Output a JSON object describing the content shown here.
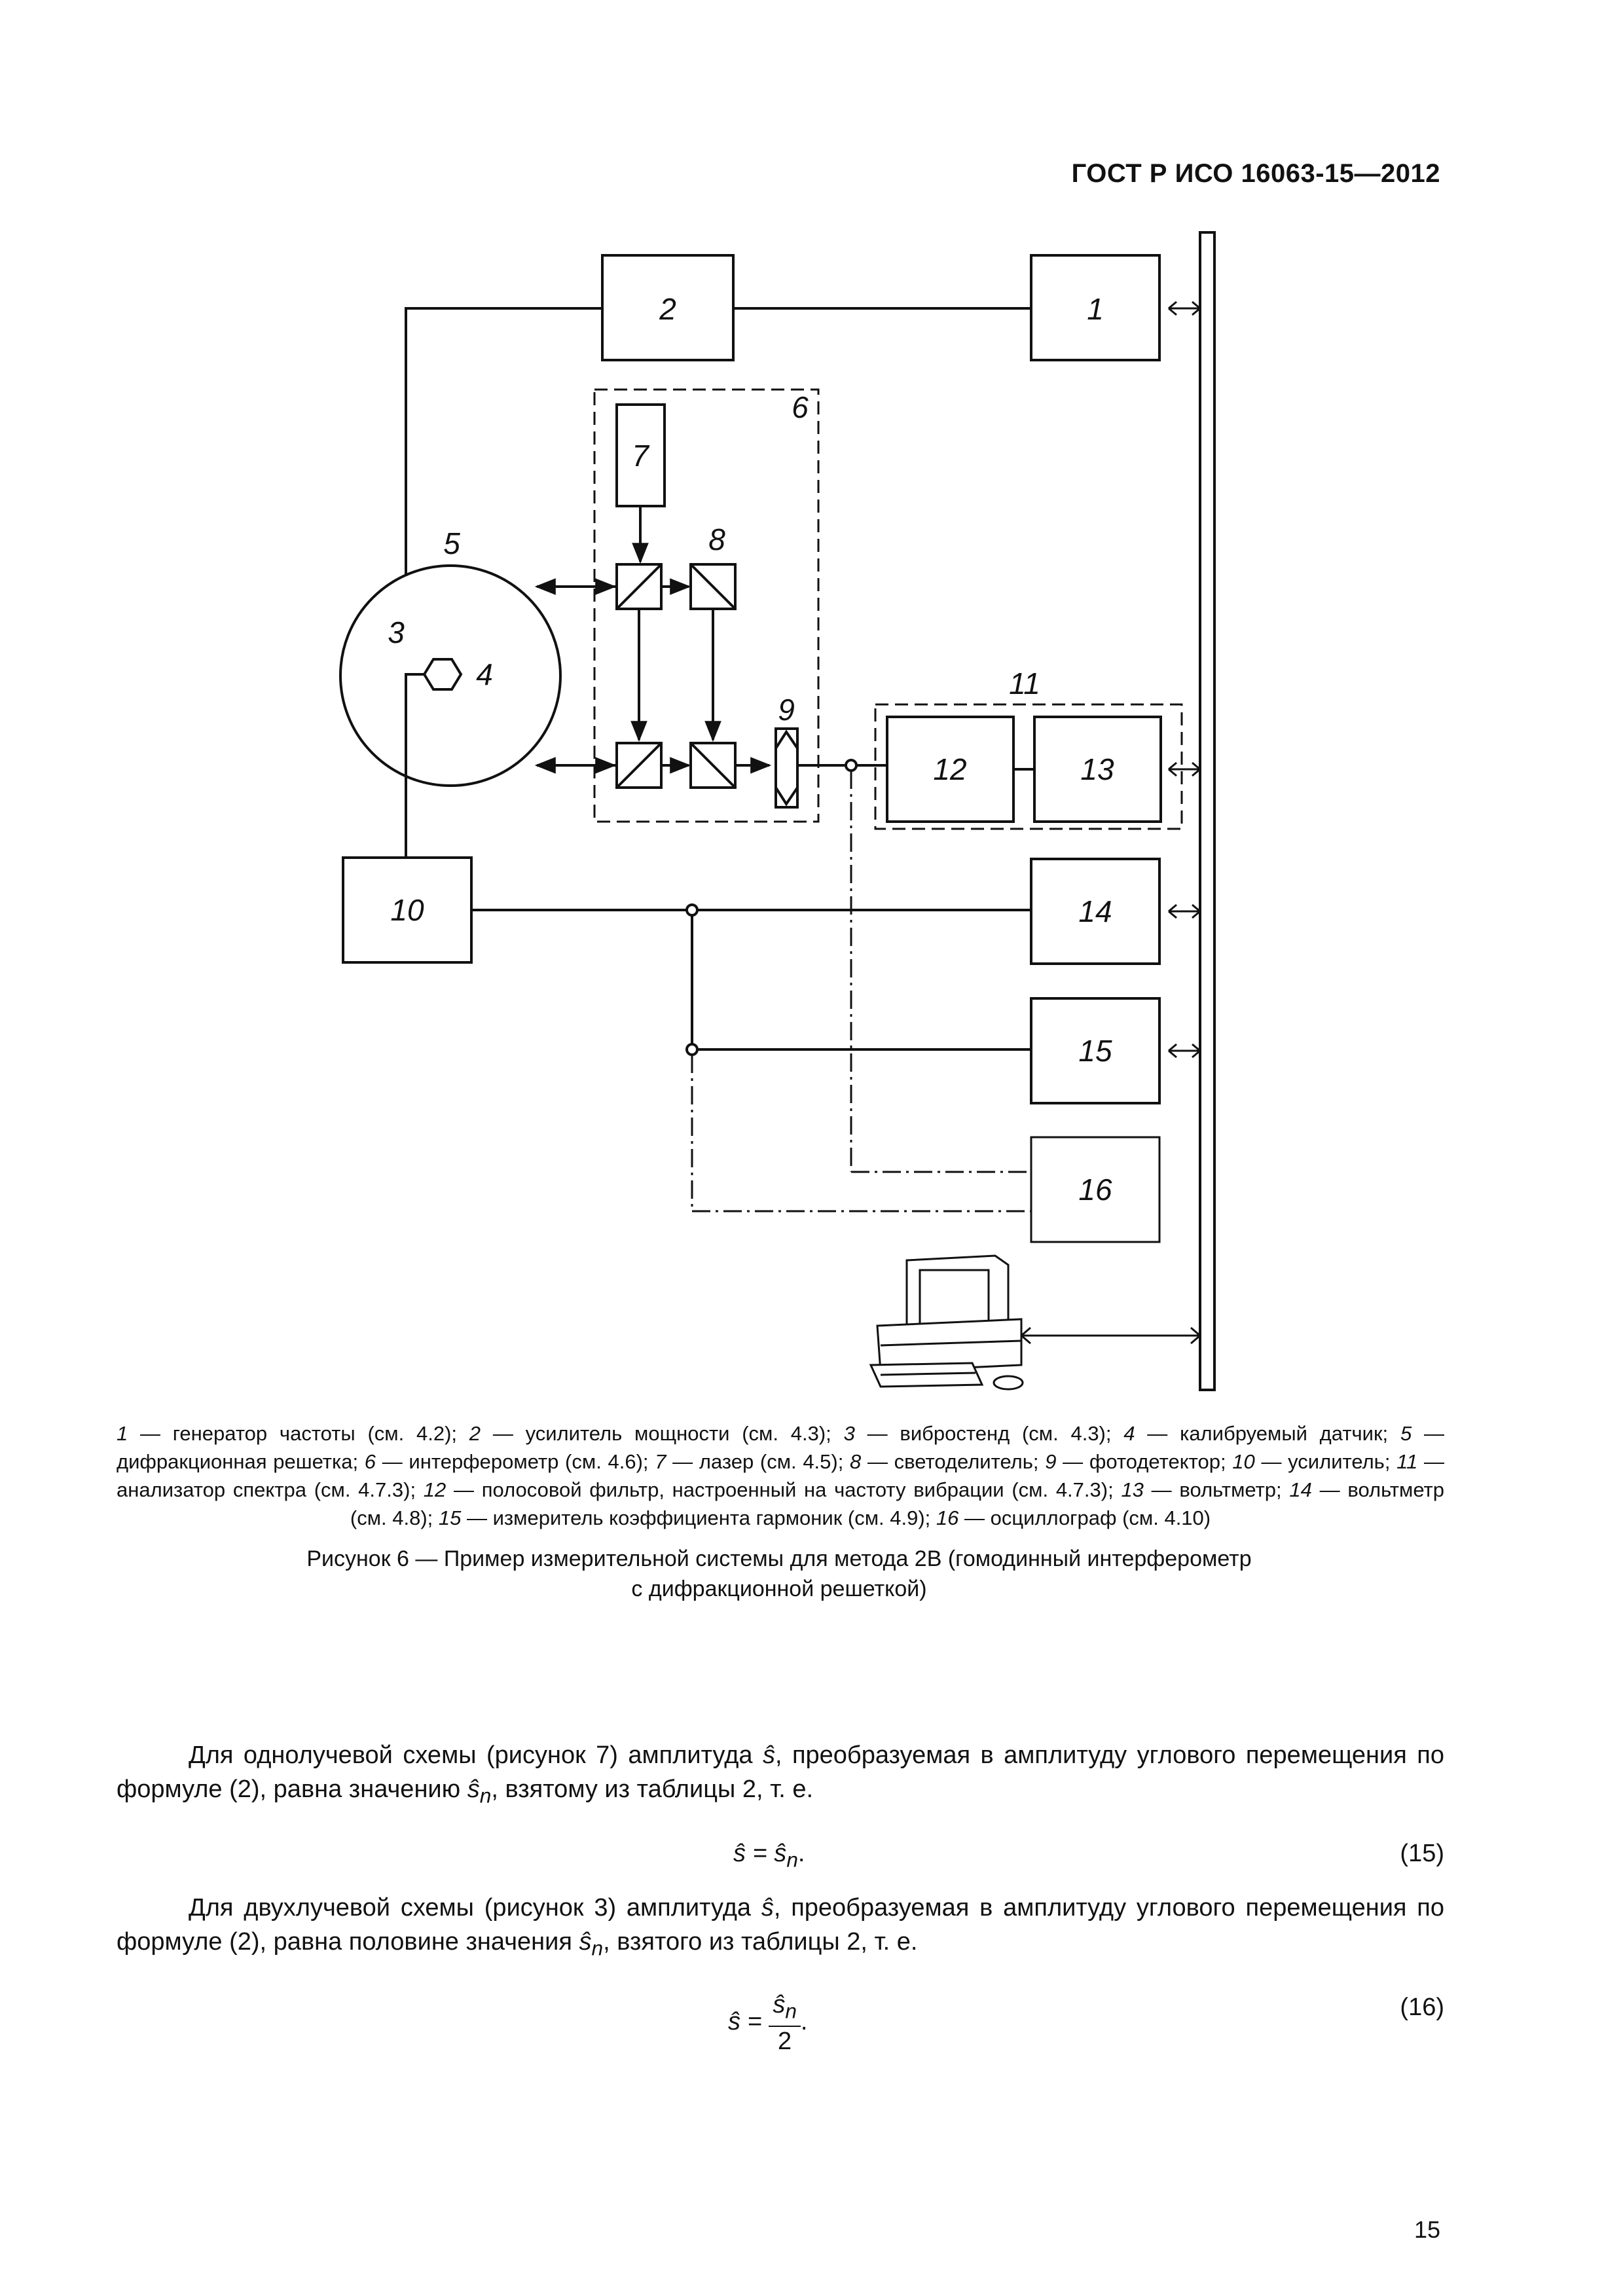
{
  "header": {
    "standard": "ГОСТ Р ИСО 16063-15—2012"
  },
  "diagram": {
    "labels": {
      "n1": "1",
      "n2": "2",
      "n3": "3",
      "n4": "4",
      "n5": "5",
      "n6": "6",
      "n7": "7",
      "n8": "8",
      "n9": "9",
      "n10": "10",
      "n11": "11",
      "n12": "12",
      "n13": "13",
      "n14": "14",
      "n15": "15",
      "n16": "16"
    }
  },
  "legend": {
    "items": [
      {
        "num": "1",
        "text": " — генератор частоты (см. 4.2); "
      },
      {
        "num": "2",
        "text": " — усилитель мощности (см. 4.3); "
      },
      {
        "num": "3",
        "text": " — вибростенд (см. 4.3); "
      },
      {
        "num": "4",
        "text": " — калибруемый датчик; "
      },
      {
        "num": "5",
        "text": " — дифракционная решетка; "
      },
      {
        "num": "6",
        "text": " — интерферометр (см. 4.6); "
      },
      {
        "num": "7",
        "text": " — лазер (см. 4.5); "
      },
      {
        "num": "8",
        "text": " — светоделитель; "
      },
      {
        "num": "9",
        "text": " — фотодетектор; "
      },
      {
        "num": "10",
        "text": " — усилитель; "
      },
      {
        "num": "11",
        "text": " — анализатор спектра (см. 4.7.3); "
      },
      {
        "num": "12",
        "text": " — полосовой фильтр, настроенный на частоту вибрации (см. 4.7.3); "
      },
      {
        "num": "13",
        "text": " — вольтметр; "
      },
      {
        "num": "14",
        "text": " — вольтметр (см. 4.8); "
      },
      {
        "num": "15",
        "text": " — измеритель коэффициента гармоник (см. 4.9); "
      },
      {
        "num": "16",
        "text": " — осциллограф (см. 4.10)"
      }
    ]
  },
  "caption": {
    "line1": "Рисунок 6 — Пример измерительной системы для метода 2В (гомодинный интерферометр",
    "line2": "с дифракционной решеткой)"
  },
  "body": {
    "para1": {
      "part1": "Для однолучевой схемы (рисунок 7) амплитуда ",
      "part2": ", преобразуемая в амплитуду углового перемещения по формуле (2), равна значению ",
      "part3": ", взятому из таблицы 2, т. е."
    },
    "eq15": {
      "lhs": "ŝ = ŝ",
      "sub": "n",
      "tail": ".",
      "number": "(15)"
    },
    "para2": {
      "part1": "Для двухлучевой схемы (рисунок 3) амплитуда ",
      "part2": ", преобразуемая в амплитуду углового перемещения по формуле (2), равна половине значения ",
      "part3": ", взятого из таблицы 2, т. е."
    },
    "eq16": {
      "lhs": "ŝ =",
      "num": "ŝ",
      "num_sub": "n",
      "den": "2",
      "tail": ".",
      "number": "(16)"
    },
    "symbol_s": "ŝ",
    "symbol_n": "n"
  },
  "page_number": "15"
}
